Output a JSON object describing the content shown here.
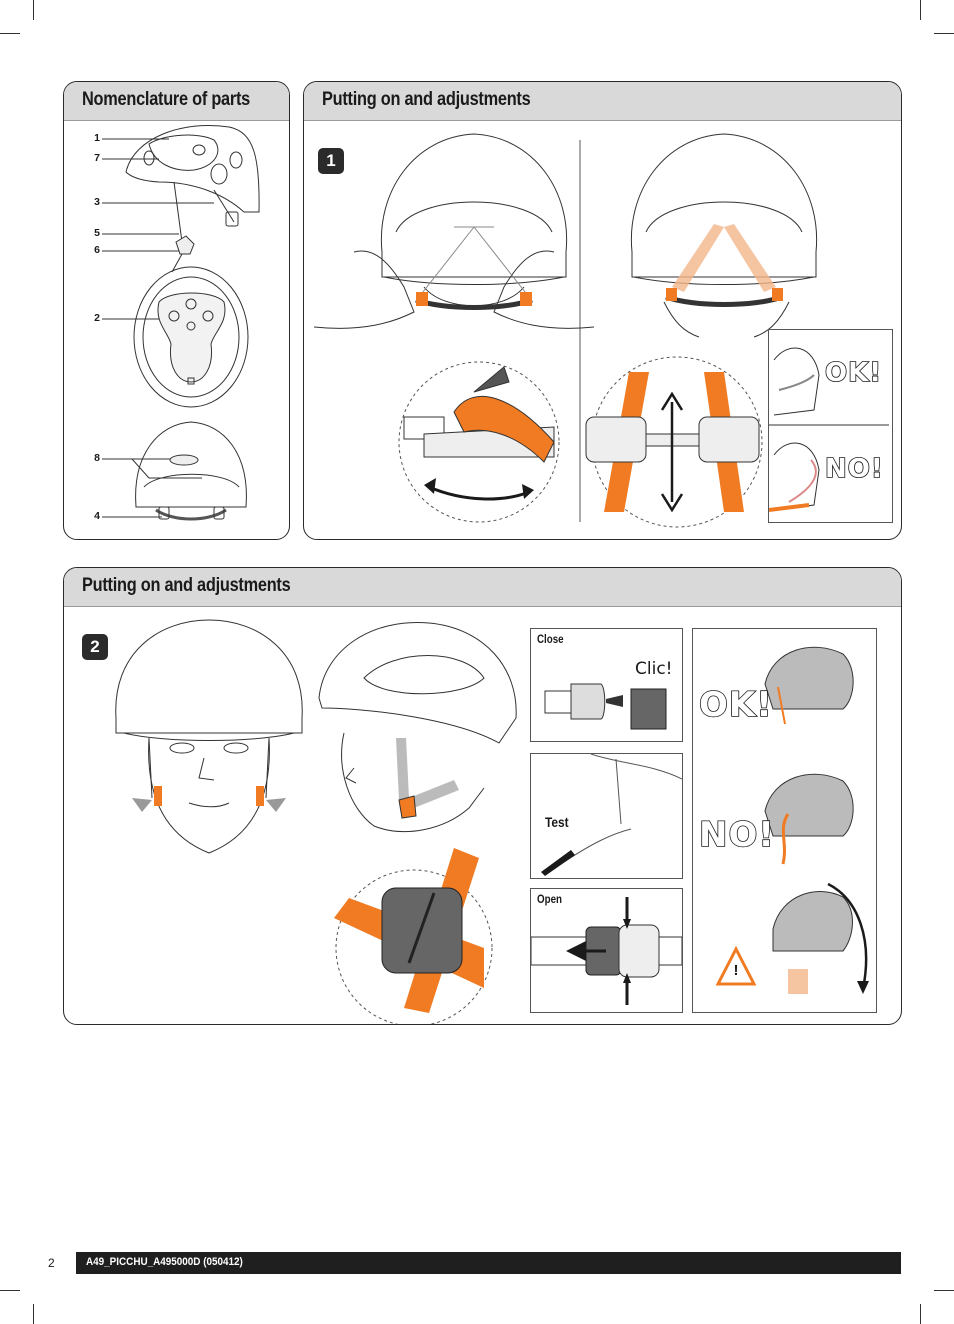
{
  "nomenclature": {
    "title": "Nomenclature of parts",
    "part_numbers": [
      "1",
      "7",
      "3",
      "5",
      "6",
      "2",
      "8",
      "4"
    ]
  },
  "step1": {
    "title": "Putting on and adjustments",
    "badge": "1",
    "ok_label": "OK!",
    "no_label": "NO!"
  },
  "step2": {
    "title": "Putting on and adjustments",
    "badge": "2",
    "close_label": "Close",
    "clic_label": "Clic!",
    "test_label": "Test",
    "open_label": "Open",
    "ok_label": "OK!",
    "no_label": "NO!",
    "warning_symbol": "!"
  },
  "footer": {
    "page_number": "2",
    "reference": "A49_PICCHU_A495000D (050412)"
  },
  "colors": {
    "accent_orange": "#f07b22",
    "panel_header_gray": "#d9d9d9",
    "footer_black": "#1f1f1f"
  }
}
